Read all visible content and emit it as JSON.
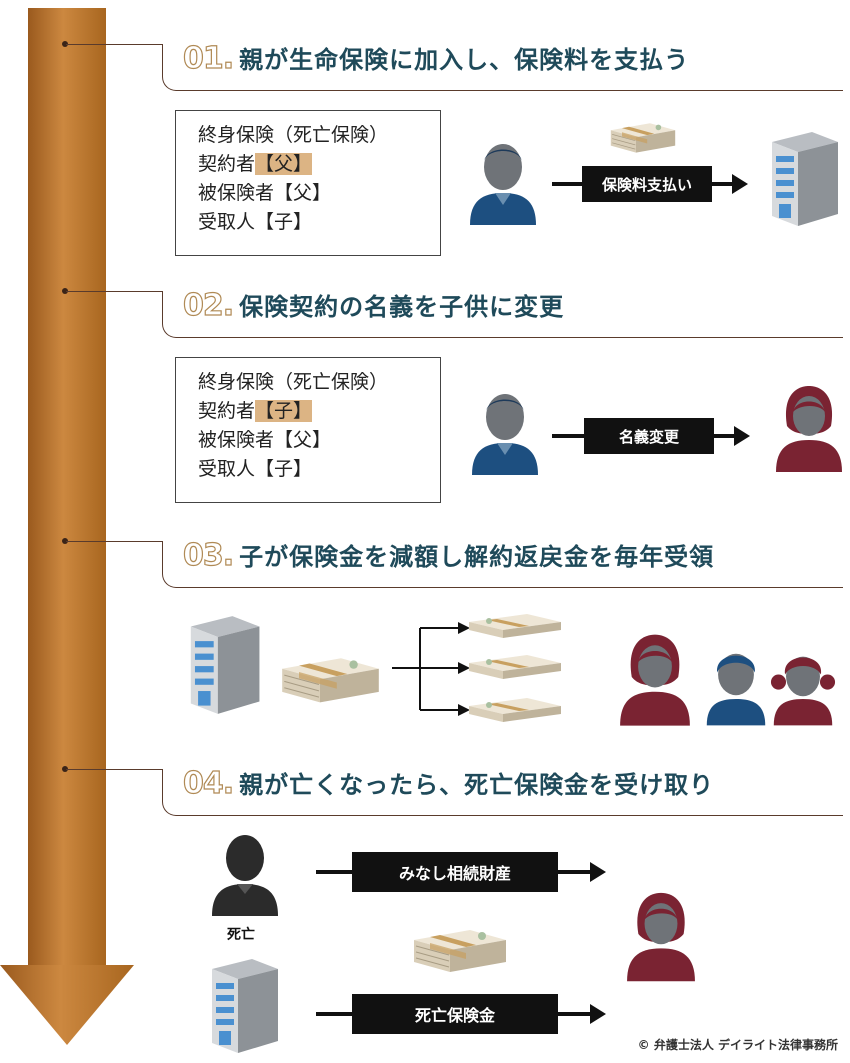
{
  "steps": [
    {
      "number": "01.",
      "title": "親が生命保険に加入し、保険料を支払う",
      "contract": [
        "終身保険（死亡保険）",
        "契約者",
        "【父】",
        "被保険者【父】",
        "受取人【子】"
      ],
      "arrow_label": "保険料支払い"
    },
    {
      "number": "02.",
      "title": "保険契約の名義を子供に変更",
      "contract": [
        "終身保険（死亡保険）",
        "契約者",
        "【子】",
        "被保険者【父】",
        "受取人【子】"
      ],
      "arrow_label": "名義変更"
    },
    {
      "number": "03.",
      "title": "子が保険金を減額し解約返戻金を毎年受領"
    },
    {
      "number": "04.",
      "title": "親が亡くなったら、死亡保険金を受け取り",
      "arrow_label_top": "みなし相続財産",
      "arrow_label_bottom": "死亡保険金",
      "deceased_caption": "死亡"
    }
  ],
  "copyright": "© 弁護士法人 デイライト法律事務所",
  "colors": {
    "timeline": "#c47f3a",
    "title": "#1f4a5a",
    "highlight": "#dcb484",
    "father": "#1d4f80",
    "child_female": "#7a2332",
    "building_window": "#4a90d0"
  },
  "icons": [
    "father-icon",
    "daughter-icon",
    "son-icon",
    "girl-icon",
    "deceased-icon",
    "insurance-company-icon",
    "money-bundle-icon"
  ]
}
